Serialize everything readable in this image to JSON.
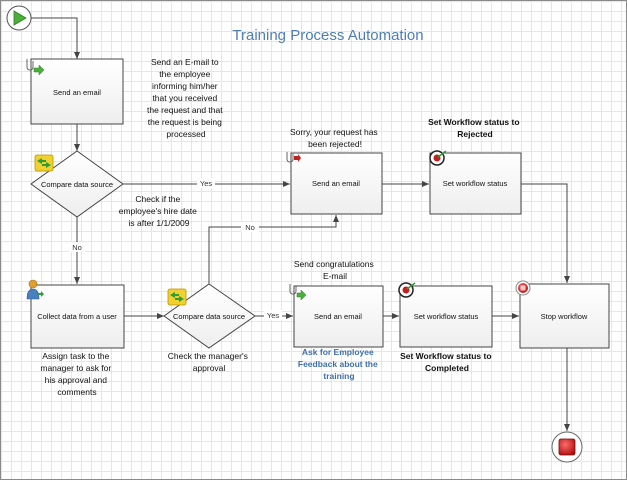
{
  "title": "Training Process Automation",
  "shapes": {
    "send_email_1": "Send an email",
    "compare_1": "Compare data source",
    "send_email_2": "Send an email",
    "set_status_1": "Set workflow status",
    "collect": "Collect data from a user",
    "compare_2": "Compare data source",
    "send_email_3": "Send an email",
    "set_status_2": "Set workflow status",
    "stop": "Stop workflow"
  },
  "connector_labels": {
    "yes_1": "Yes",
    "no_1": "No",
    "no_2": "No",
    "yes_2": "Yes"
  },
  "annotations": {
    "email_note": [
      "Send an E-mail to",
      "the employee",
      "informing him/her",
      "that you received",
      "the request and that",
      "the request is being",
      "processed"
    ],
    "rejected_note": [
      "Sorry, your request has",
      "been rejected!"
    ],
    "set_rejected": [
      "Set Workflow status to",
      "Rejected"
    ],
    "hire_date_note": [
      "Check if the",
      "employee's hire date",
      "is after 1/1/2009"
    ],
    "congrats_note": [
      "Send congratulations",
      "E-mail"
    ],
    "assign_note": [
      "Assign task to the",
      "manager to ask for",
      "his approval and",
      "comments"
    ],
    "approval_note": [
      "Check the manager's",
      "approval"
    ],
    "feedback_note": [
      "Ask for Employee",
      "Feedback about the",
      "training"
    ],
    "set_completed": [
      "Set Workflow status to",
      "Completed"
    ]
  },
  "colors": {
    "title": "#4f7fb0",
    "start": "#4caf3c",
    "stop": "#c41e1e",
    "link": "#3f6fa8"
  }
}
